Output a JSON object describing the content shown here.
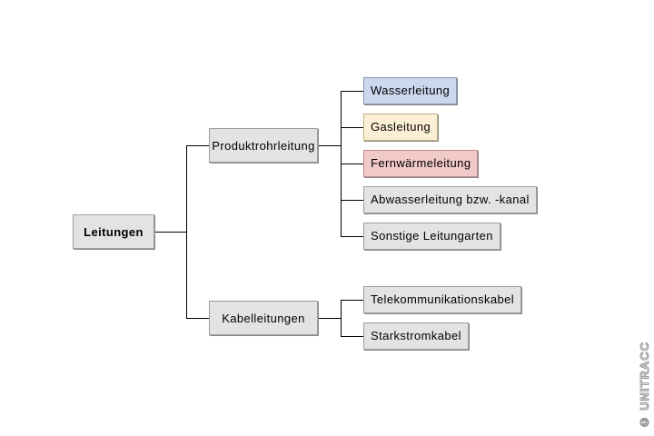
{
  "diagram": {
    "title_hint": "Leitungen hierarchy tree",
    "colors": {
      "node_gray_fill": "#e3e3e3",
      "node_gray_border": "#9e9e9e",
      "line_color": "#000000",
      "background": "#ffffff"
    },
    "root": {
      "label": "Leitungen",
      "fill": "#e3e3e3",
      "border": "#9e9e9e"
    },
    "branches": [
      {
        "label": "Produktrohrleitung",
        "fill": "#e3e3e3",
        "border": "#9e9e9e",
        "children": [
          {
            "label": "Wasserleitung",
            "fill": "#ccd8ee",
            "border": "#8494bd"
          },
          {
            "label": "Gasleitung",
            "fill": "#fbf0d5",
            "border": "#c2ae82"
          },
          {
            "label": "Fernwärmeleitung",
            "fill": "#f2c9c9",
            "border": "#bd8d8d"
          },
          {
            "label": "Abwasserleitung bzw. -kanal",
            "fill": "#e3e3e3",
            "border": "#9e9e9e"
          },
          {
            "label": "Sonstige Leitungarten",
            "fill": "#e3e3e3",
            "border": "#9e9e9e"
          }
        ]
      },
      {
        "label": "Kabelleitungen",
        "fill": "#e3e3e3",
        "border": "#9e9e9e",
        "children": [
          {
            "label": "Telekommunikationskabel",
            "fill": "#e3e3e3",
            "border": "#9e9e9e"
          },
          {
            "label": "Starkstromkabel",
            "fill": "#e3e3e3",
            "border": "#9e9e9e"
          }
        ]
      }
    ]
  },
  "watermark": {
    "text": "© UNITRACC"
  }
}
